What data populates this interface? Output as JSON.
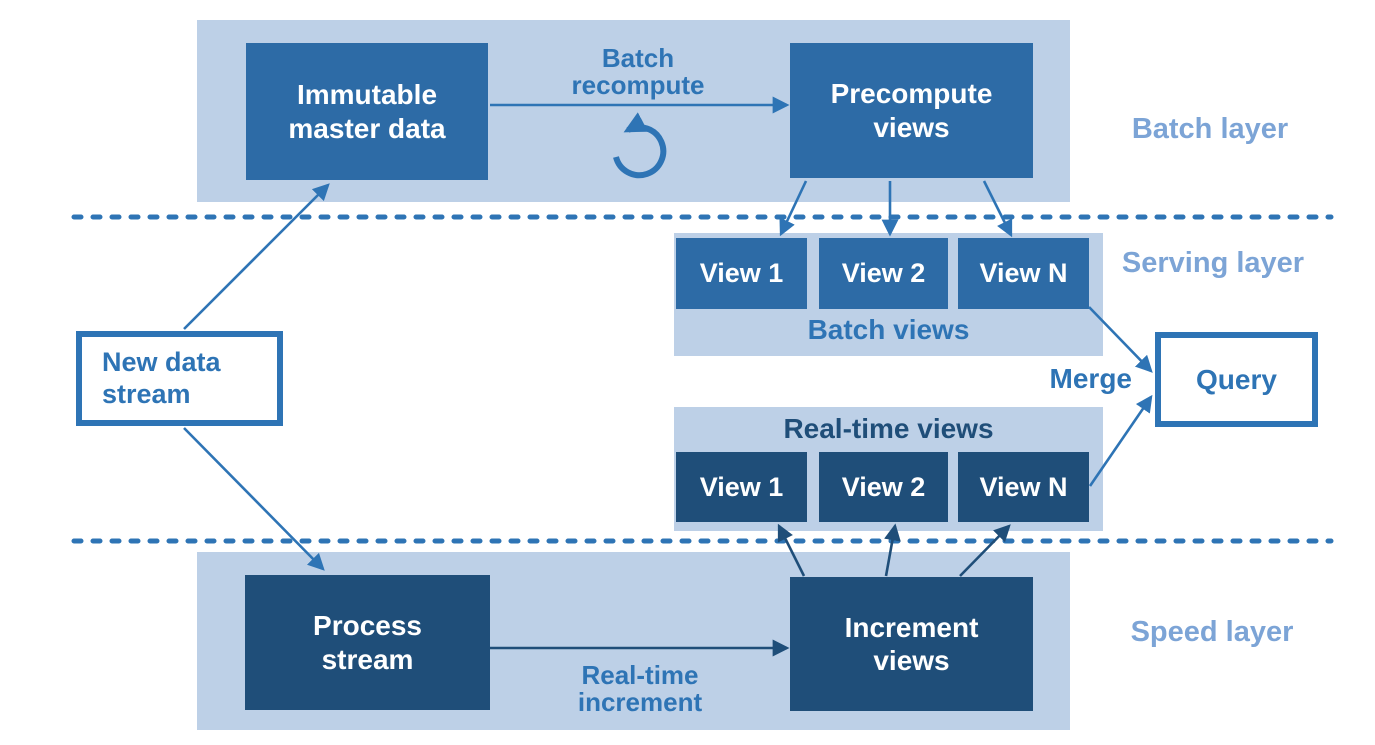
{
  "layers": {
    "batch": "Batch layer",
    "serving": "Serving layer",
    "speed": "Speed layer"
  },
  "nodes": {
    "immutable_master_data": "Immutable\nmaster data",
    "precompute_views": "Precompute\nviews",
    "new_data_stream": "New data\nstream",
    "query": "Query",
    "process_stream": "Process\nstream",
    "increment_views": "Increment\nviews"
  },
  "edges": {
    "batch_recompute": "Batch\nrecompute",
    "real_time_increment": "Real-time\nincrement",
    "merge": "Merge"
  },
  "views": {
    "batch": {
      "label": "Batch views",
      "items": [
        "View 1",
        "View 2",
        "View N"
      ]
    },
    "realtime": {
      "label": "Real-time views",
      "items": [
        "View 1",
        "View 2",
        "View N"
      ]
    }
  },
  "icons": {
    "batch_recompute_icon": "counterclockwise-circular-arrow"
  },
  "colors": {
    "navy": "#1F4E79",
    "medium_blue": "#2D6BA6",
    "light_band": "#BDD0E7",
    "layer_label_blue": "#7CA4D6",
    "accent_blue": "#2E74B5",
    "background": "#FFFFFF",
    "box_text": "#FFFFFF"
  }
}
